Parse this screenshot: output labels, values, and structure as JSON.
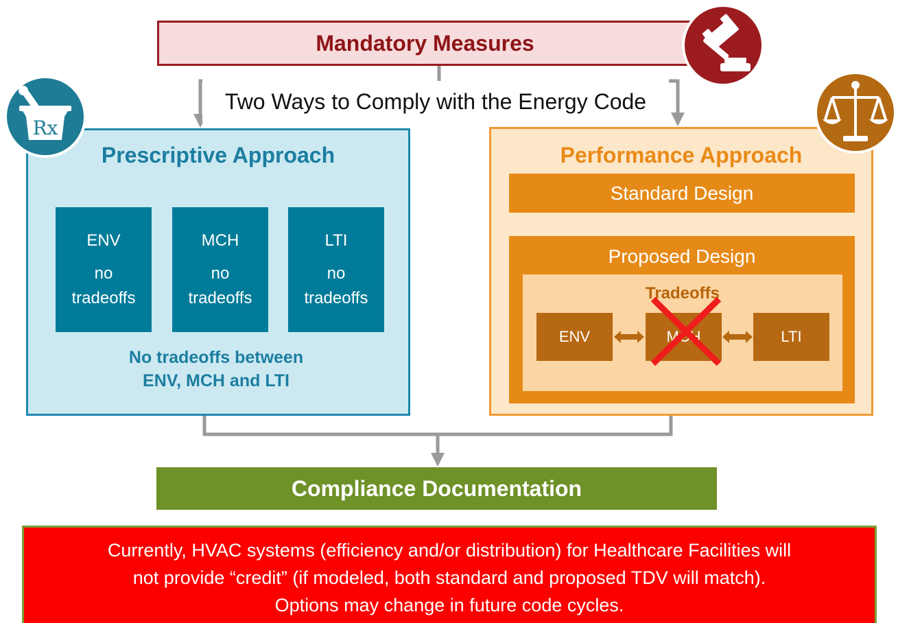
{
  "header": {
    "mandatory_label": "Mandatory Measures",
    "two_ways_label": "Two Ways to Comply with the Energy Code"
  },
  "prescriptive": {
    "title": "Prescriptive Approach",
    "boxes": [
      {
        "code": "ENV",
        "line1": "no",
        "line2": "tradeoffs"
      },
      {
        "code": "MCH",
        "line1": "no",
        "line2": "tradeoffs"
      },
      {
        "code": "LTI",
        "line1": "no",
        "line2": "tradeoffs"
      }
    ],
    "note_line1": "No tradeoffs between",
    "note_line2": "ENV, MCH and LTI",
    "icon": "prescription-icon",
    "icon_text": "Rx"
  },
  "performance": {
    "title": "Performance Approach",
    "standard_design": "Standard Design",
    "proposed_design": "Proposed Design",
    "tradeoffs_label": "Tradeoffs",
    "boxes": [
      "ENV",
      "MCH",
      "LTI"
    ],
    "crossed_out": "MCH",
    "icon": "scales-icon"
  },
  "mandatory_icon": "gavel-icon",
  "compliance_label": "Compliance Documentation",
  "note": {
    "line1": "Currently, HVAC systems (efficiency and/or distribution) for Healthcare Facilities will",
    "line2": "not provide “credit” (if modeled, both standard and proposed TDV will match).",
    "line3": "Options may change in future code cycles."
  },
  "colors": {
    "mandatory": "#9b1b1f",
    "prescriptive": "#1f88ad",
    "performance": "#e68a17",
    "compliance": "#6e9128",
    "note": "#fc0000"
  }
}
